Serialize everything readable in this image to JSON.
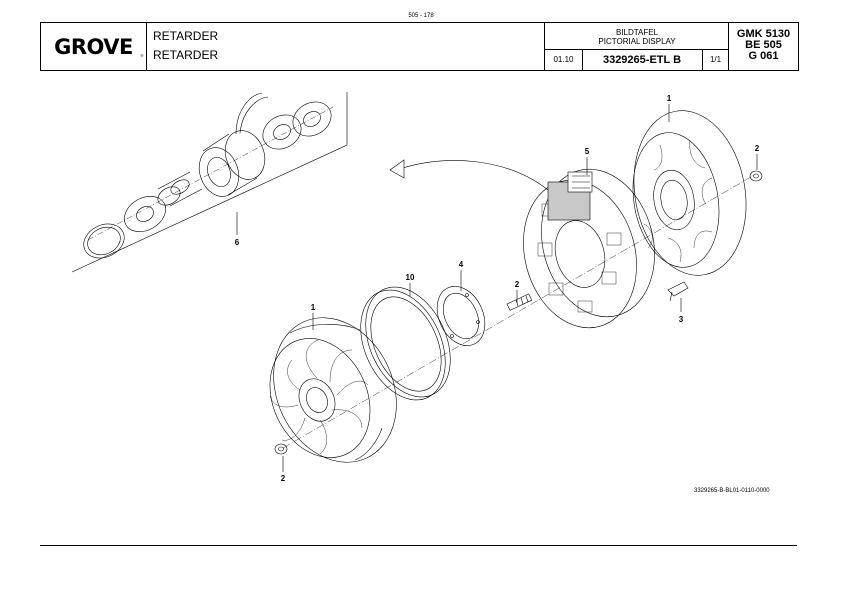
{
  "page_number": "505 - 178",
  "header": {
    "logo_text": "GROVE",
    "logo_mark": "®",
    "title_1": "RETARDER",
    "title_2": "RETARDER",
    "display_line_1": "BILDTAFEL",
    "display_line_2": "PICTORIAL DISPLAY",
    "date": "01.10",
    "doc_number": "3329265-ETL B",
    "sheet": "1/1",
    "model_1": "GMK 5130",
    "model_2": "BE 505",
    "model_3": "G 061"
  },
  "callouts": {
    "c1_top": "1",
    "c2_top": "2",
    "c5": "5",
    "c6": "6",
    "c10": "10",
    "c4": "4",
    "c2_mid": "2",
    "c3": "3",
    "c1_bottom": "1",
    "c2_bottom": "2"
  },
  "reference_code": "3329265-B-BL01-0110-0000"
}
